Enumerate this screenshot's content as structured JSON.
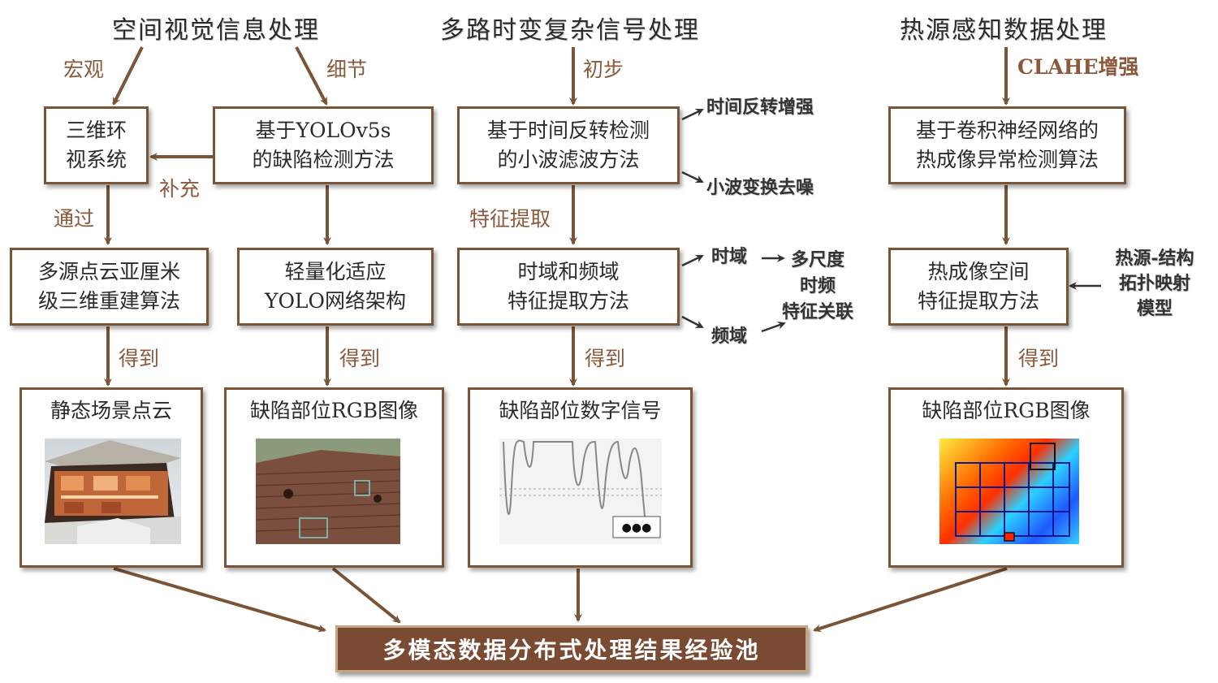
{
  "headers": {
    "spatial": "空间视觉信息处理",
    "signal": "多路时变复杂信号处理",
    "thermal": "热源感知数据处理"
  },
  "labels": {
    "macro": "宏观",
    "detail": "细节",
    "initial": "初步",
    "clahe": "CLAHE增强",
    "supplement": "补充",
    "via": "通过",
    "feature_extract": "特征提取",
    "got1": "得到",
    "got2": "得到",
    "got3": "得到",
    "got4": "得到"
  },
  "side_notes": {
    "time_reverse": "时间反转增强",
    "wavelet_denoise": "小波变换去噪",
    "time_domain": "时域",
    "freq_domain": "频域",
    "multiscale": [
      "多尺度",
      "时频",
      "特征关联"
    ],
    "thermal_model": [
      "热源-结构",
      "拓扑映射",
      "模型"
    ]
  },
  "boxes": {
    "vision3d": [
      "三维环",
      "视系统"
    ],
    "yolo_method": [
      "基于YOLOv5s",
      "的缺陷检测方法"
    ],
    "wavelet_method": [
      "基于时间反转检测",
      "的小波滤波方法"
    ],
    "cnn_thermal": [
      "基于卷积神经网络的",
      "热成像异常检测算法"
    ],
    "pointcloud_algo": [
      "多源点云亚厘米",
      "级三维重建算法"
    ],
    "yolo_arch": [
      "轻量化适应",
      "YOLO网络架构"
    ],
    "tf_feature": [
      "时域和频域",
      "特征提取方法"
    ],
    "thermal_feature": [
      "热成像空间",
      "特征提取方法"
    ]
  },
  "outputs": {
    "static_cloud": "静态场景点云",
    "defect_rgb": "缺陷部位RGB图像",
    "defect_signal": "缺陷部位数字信号",
    "defect_thermal": "缺陷部位RGB图像"
  },
  "signal_dots": "●●●",
  "final": "多模态数据分布式处理结果经验池",
  "colors": {
    "border": "#7a5436",
    "label": "#8b5a3c",
    "final_bg": "#7b4a33",
    "arrow": "#7a5436"
  }
}
